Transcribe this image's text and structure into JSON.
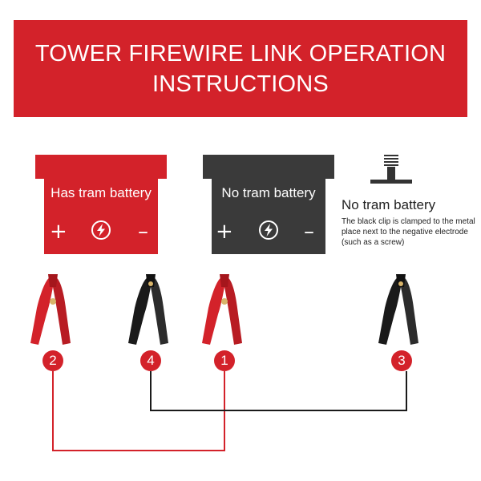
{
  "header": {
    "line1": "TOWER FIREWIRE LINK OPERATION",
    "line2": "INSTRUCTIONS"
  },
  "batteries": [
    {
      "label": "Has tram battery",
      "plus": "+",
      "minus": "–",
      "color": "#d3222a",
      "icon": "lightning-bolt-icon"
    },
    {
      "label": "No tram battery",
      "plus": "+",
      "minus": "–",
      "color": "#3a3a3a",
      "icon": "lightning-bolt-icon"
    }
  ],
  "negative_point": {
    "title": "No tram battery",
    "description": "The black clip is clamped to the metal place next to the negative electrode (such as a screw)",
    "icon": "bolt-screw-icon"
  },
  "clips": [
    {
      "color": "red",
      "step": "2"
    },
    {
      "color": "black",
      "step": "4"
    },
    {
      "color": "red",
      "step": "1"
    },
    {
      "color": "black",
      "step": "3"
    }
  ],
  "colors": {
    "red": "#d3222a",
    "black": "#1a1a1a",
    "dark_gray": "#3a3a3a"
  }
}
